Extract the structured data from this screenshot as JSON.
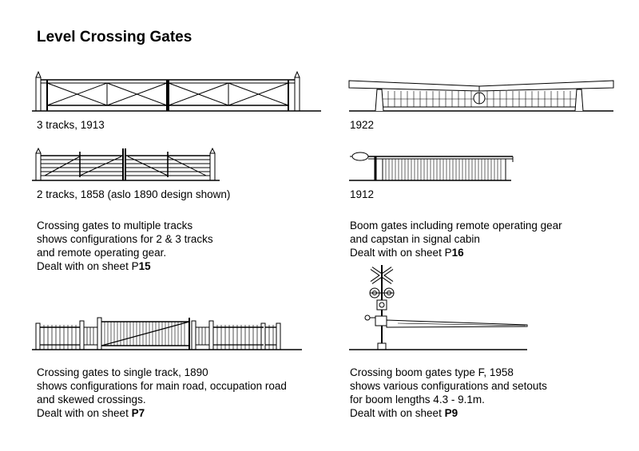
{
  "title": "Level Crossing Gates",
  "captions": {
    "gate_3_tracks": "3 tracks, 1913",
    "boom_1922": "1922",
    "gate_2_tracks": "2 tracks, 1858 (aslo 1890 design shown)",
    "boom_1912": "1912"
  },
  "blocks": {
    "multiple_tracks": {
      "lines": [
        "Crossing gates to multiple tracks",
        "shows configurations for 2 & 3 tracks",
        "and remote operating gear."
      ],
      "sheet_prefix": "Dealt with on sheet P",
      "sheet_number": "15"
    },
    "boom_gates": {
      "lines": [
        "Boom gates including remote operating gear",
        "and capstan in signal cabin"
      ],
      "sheet_prefix": "Dealt with on sheet P",
      "sheet_number": "16"
    },
    "single_track": {
      "lines": [
        "Crossing gates to single track, 1890",
        "shows configurations for main road, occupation road",
        "and skewed crossings."
      ],
      "sheet_prefix": "Dealt with on sheet ",
      "sheet_number": "P7"
    },
    "boom_type_f": {
      "lines": [
        "Crossing boom gates type F, 1958",
        "shows various configurations and setouts",
        "for boom lengths 4.3 - 9.1m."
      ],
      "sheet_prefix": "Dealt with on sheet ",
      "sheet_number": "P9"
    }
  }
}
